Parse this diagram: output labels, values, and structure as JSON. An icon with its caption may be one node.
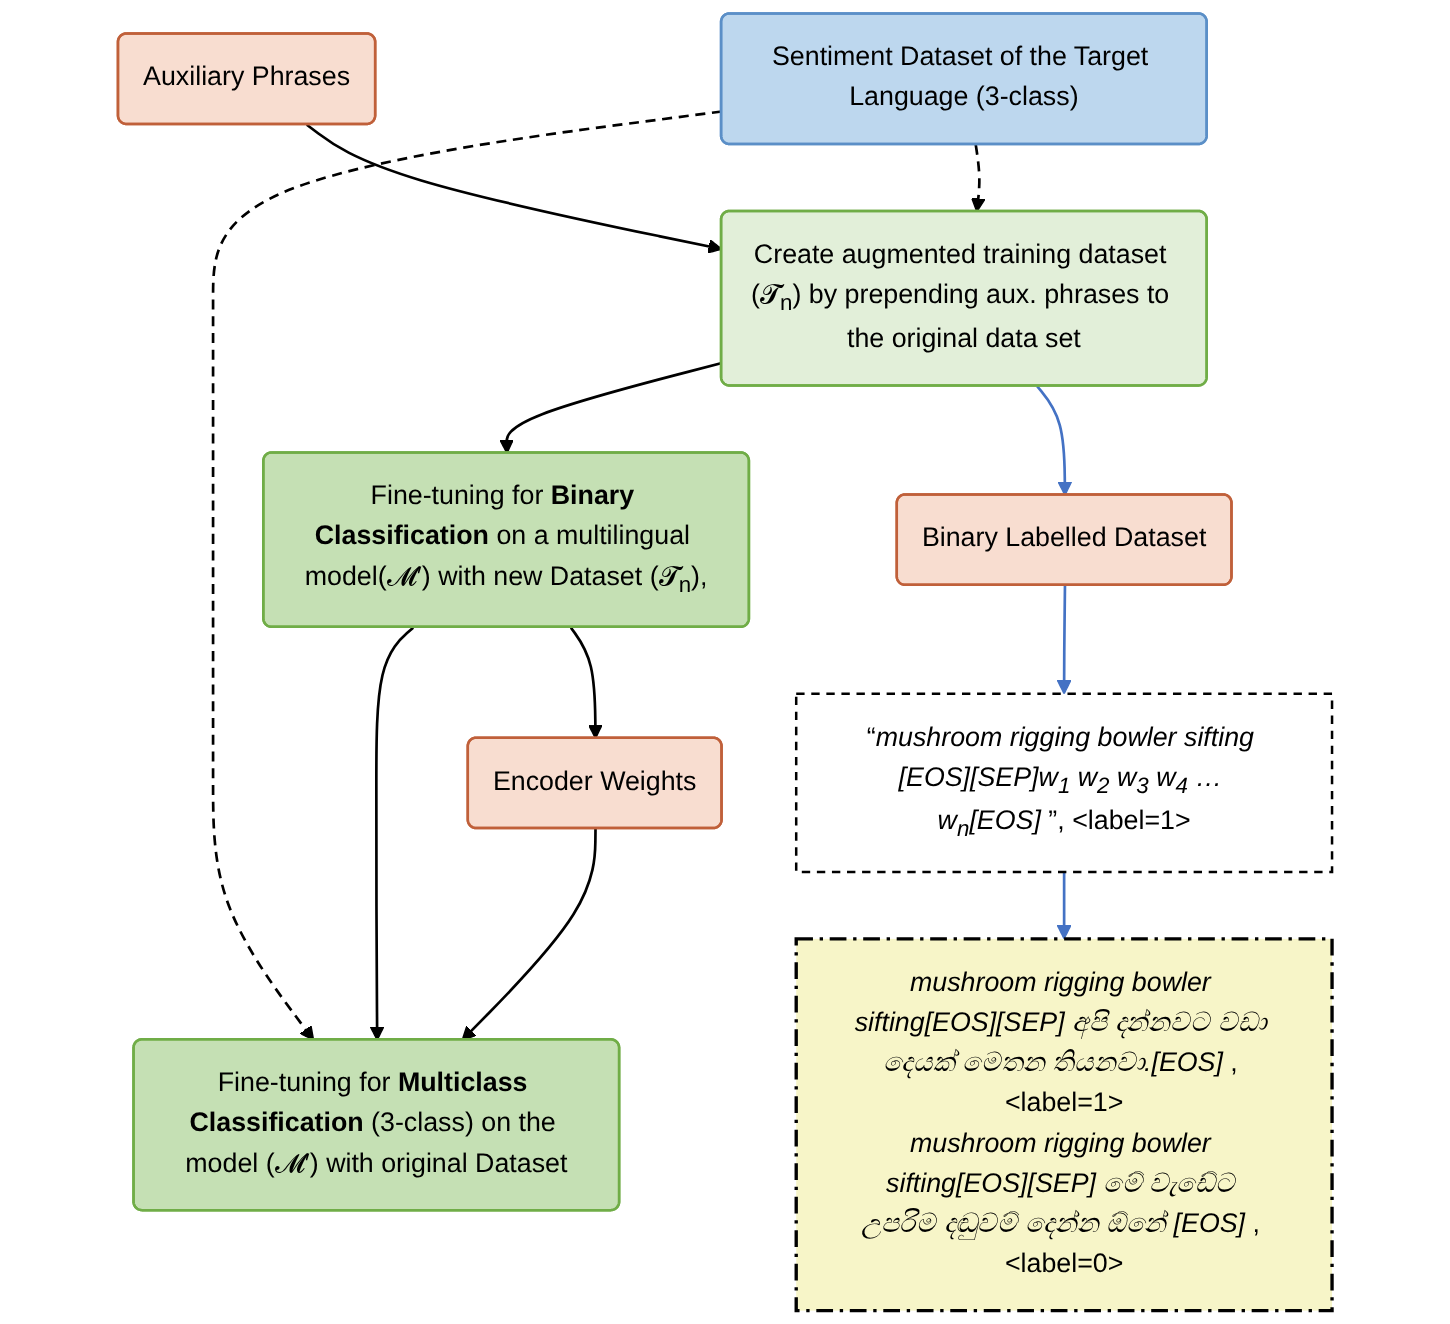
{
  "diagram": {
    "nodes": [
      {
        "text": [
          "Auxiliary Phrases"
        ]
      },
      {
        "text": [
          "Create augmented training dataset (𝓣$_{n}$) by prepending aux. phrases to the original data set"
        ]
      },
      {
        "text": [
          "Sentiment Dataset of the Target Language (3-class)"
        ]
      },
      {
        "text": [
          "Fine-tuning for **Binary Classification** on a multilingual model(𝓜′) with new Dataset (𝓣$_{n}$),"
        ]
      },
      {
        "text": [
          "Fine-tuning for **Multiclass Classification** (3-class) on the model (𝓜′) with original Dataset"
        ]
      },
      {
        "text": [
          "Encoder Weights"
        ]
      },
      {
        "text": [
          "Binary Labelled Dataset"
        ]
      },
      {
        "text": [
          "“*mushroom rigging bowler sifting [EOS][SEP]w$_{1}$ w$_{2}$ w$_{3}$ w$_{4}$ … w$_{n}$[EOS]* ”, <label=1>"
        ]
      },
      {
        "text": [
          "*mushroom rigging bowler sifting[EOS][SEP] අපි දන්නවට වඩා දෙයක් මෙතන තියනවා.[EOS]* , <label=1>",
          "*mushroom rigging bowler sifting[EOS][SEP] මේ වැඩේට උපරිම දඬුවම් දෙන්න ඕනේ [EOS]* , <label=0>"
        ]
      }
    ],
    "edges": [
      {
        "from": 0,
        "to": 1,
        "arrow": "to"
      },
      {
        "from": 2,
        "to": 1,
        "arrow": "to",
        "style": "dashed"
      },
      {
        "from": 1,
        "to": 3,
        "arrow": "to"
      },
      {
        "from": 2,
        "to": 4,
        "arrow": "to",
        "style": "dashed"
      },
      {
        "from": 3,
        "to": 4,
        "arrow": "to"
      },
      {
        "from": 3,
        "to": 5,
        "arrow": "to"
      },
      {
        "from": 5,
        "to": 4,
        "arrow": "to"
      },
      {
        "from": 1,
        "to": 6,
        "arrow": "to",
        "color": "#4472c4"
      },
      {
        "from": 6,
        "to": 7,
        "arrow": "to",
        "color": "#4472c4"
      },
      {
        "from": 7,
        "to": 8,
        "arrow": "to",
        "color": "#4472c4"
      }
    ]
  }
}
